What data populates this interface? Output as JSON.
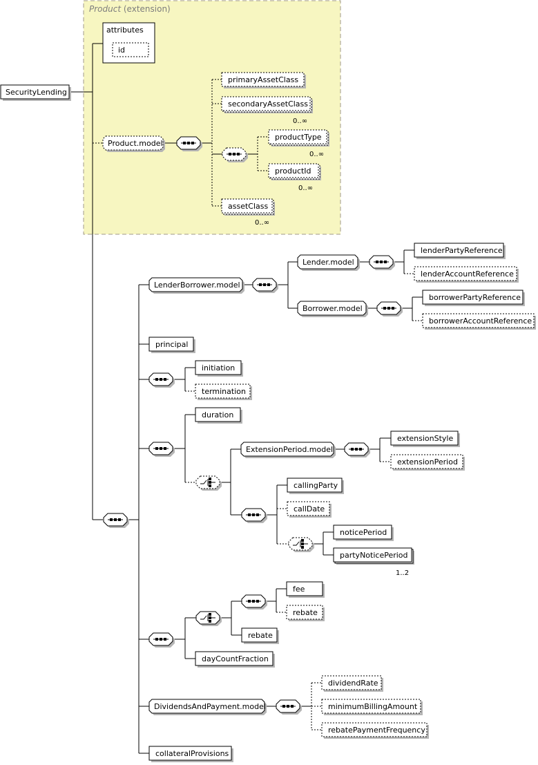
{
  "extension": {
    "base": "Product",
    "suffix": "(extension)"
  },
  "root": "SecurityLending",
  "attributes": {
    "label": "attributes",
    "id": "id"
  },
  "product_model": {
    "label": "Product.model",
    "primaryAssetClass": "primaryAssetClass",
    "secondaryAssetClass": "secondaryAssetClass",
    "productType": "productType",
    "productId": "productId",
    "assetClass": "assetClass"
  },
  "occurrence": {
    "many": "0..∞",
    "one_two": "1..2"
  },
  "lender_borrower": {
    "label": "LenderBorrower.model",
    "lender_model": "Lender.model",
    "lenderPartyReference": "lenderPartyReference",
    "lenderAccountReference": "lenderAccountReference",
    "borrower_model": "Borrower.model",
    "borrowerPartyReference": "borrowerPartyReference",
    "borrowerAccountReference": "borrowerAccountReference"
  },
  "principal": "principal",
  "initiation": "initiation",
  "termination": "termination",
  "duration": "duration",
  "extension_period": {
    "label": "ExtensionPeriod.model",
    "extensionStyle": "extensionStyle",
    "extensionPeriod": "extensionPeriod"
  },
  "callingParty": "callingParty",
  "callDate": "callDate",
  "noticePeriod": "noticePeriod",
  "partyNoticePeriod": "partyNoticePeriod",
  "fee": "fee",
  "rebate": "rebate",
  "dayCountFraction": "dayCountFraction",
  "dividends": {
    "label": "DividendsAndPayment.model",
    "dividendRate": "dividendRate",
    "minimumBillingAmount": "minimumBillingAmount",
    "rebatePaymentFrequency": "rebatePaymentFrequency"
  },
  "collateralProvisions": "collateralProvisions",
  "colors": {
    "extension_fill": "#f7f6c1",
    "extension_border": "#a19a8a",
    "line": "#000000",
    "shadow": "#b5b5b5"
  }
}
